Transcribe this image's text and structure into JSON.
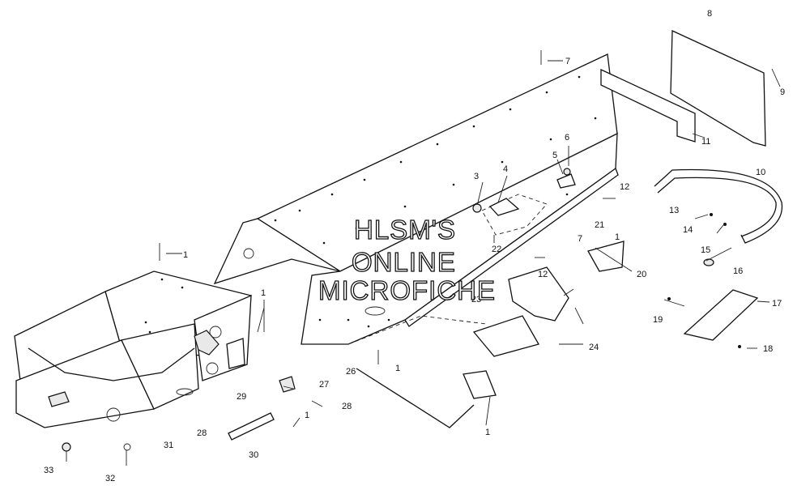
{
  "watermark": {
    "lines": [
      "HLSM'S",
      "ONLINE",
      "MICROFICHE"
    ]
  },
  "callouts": [
    {
      "id": "c1a",
      "text": "1"
    },
    {
      "id": "c1b",
      "text": "1"
    },
    {
      "id": "c1c",
      "text": "1"
    },
    {
      "id": "c1d",
      "text": "1"
    },
    {
      "id": "c1e",
      "text": "1"
    },
    {
      "id": "c1f",
      "text": "1"
    },
    {
      "id": "c3",
      "text": "3"
    },
    {
      "id": "c4",
      "text": "4"
    },
    {
      "id": "c5",
      "text": "5"
    },
    {
      "id": "c6",
      "text": "6"
    },
    {
      "id": "c7a",
      "text": "7"
    },
    {
      "id": "c7b",
      "text": "7"
    },
    {
      "id": "c8",
      "text": "8"
    },
    {
      "id": "c9",
      "text": "9"
    },
    {
      "id": "c10",
      "text": "10"
    },
    {
      "id": "c11",
      "text": "11"
    },
    {
      "id": "c12a",
      "text": "12"
    },
    {
      "id": "c12b",
      "text": "12"
    },
    {
      "id": "c13",
      "text": "13"
    },
    {
      "id": "c14",
      "text": "14"
    },
    {
      "id": "c15",
      "text": "15"
    },
    {
      "id": "c16",
      "text": "16"
    },
    {
      "id": "c17",
      "text": "17"
    },
    {
      "id": "c18",
      "text": "18"
    },
    {
      "id": "c19",
      "text": "19"
    },
    {
      "id": "c20",
      "text": "20"
    },
    {
      "id": "c21",
      "text": "21"
    },
    {
      "id": "c22",
      "text": "22"
    },
    {
      "id": "c23",
      "text": "23"
    },
    {
      "id": "c24",
      "text": "24"
    },
    {
      "id": "c26",
      "text": "26"
    },
    {
      "id": "c27",
      "text": "27"
    },
    {
      "id": "c28a",
      "text": "28"
    },
    {
      "id": "c28b",
      "text": "28"
    },
    {
      "id": "c29",
      "text": "29"
    },
    {
      "id": "c30",
      "text": "30"
    },
    {
      "id": "c31",
      "text": "31"
    },
    {
      "id": "c32",
      "text": "32"
    },
    {
      "id": "c33",
      "text": "33"
    }
  ]
}
